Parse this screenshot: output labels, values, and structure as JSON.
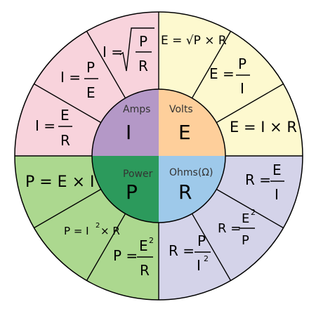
{
  "colors": {
    "amps_outer": "#f8d3dc",
    "volts_outer": "#fdf9cf",
    "power_outer": "#acd88f",
    "ohms_outer": "#d4d3e9",
    "amps_inner": "#b498c7",
    "volts_inner": "#fecf9b",
    "power_inner": "#2c9a5c",
    "ohms_inner": "#9ec9ea"
  },
  "quadrants": {
    "amps": {
      "name": "Amps",
      "symbol": "I"
    },
    "volts": {
      "name": "Volts",
      "symbol": "E"
    },
    "power": {
      "name": "Power",
      "symbol": "P"
    },
    "ohms": {
      "name": "Ohms(Ω)",
      "symbol": "R"
    }
  },
  "formulas": {
    "amps_sqrt": {
      "lhs": "I =",
      "num": "P",
      "den": "R"
    },
    "amps_pe": {
      "lhs": "I =",
      "num": "P",
      "den": "E"
    },
    "amps_er": {
      "lhs": "I =",
      "num": "E",
      "den": "R"
    },
    "volts_sqrt": {
      "text": "E = √P × R"
    },
    "volts_pi": {
      "lhs": "E =",
      "num": "P",
      "den": "I"
    },
    "volts_ir": {
      "text": "E = I × R"
    },
    "ohms_ei": {
      "lhs": "R =",
      "num": "E",
      "den": "I"
    },
    "ohms_e2p": {
      "lhs": "R =",
      "num": "E",
      "exp": "2",
      "den": "P"
    },
    "ohms_pi2": {
      "lhs": "R =",
      "num": "P",
      "den": "I",
      "exp": "2"
    },
    "power_ei": {
      "text": "P = E × I"
    },
    "power_i2r": {
      "lhs": "P = I",
      "exp": "2",
      "rhs": "× R"
    },
    "power_e2r": {
      "lhs": "P =",
      "num": "E",
      "exp": "2",
      "den": "R"
    }
  }
}
